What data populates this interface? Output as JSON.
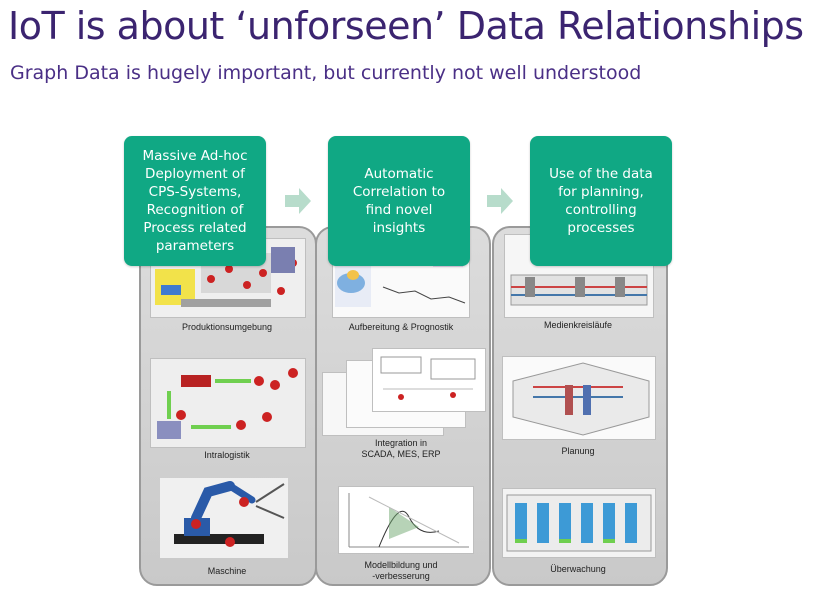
{
  "slide": {
    "title": "IoT is about ‘unforseen’ Data Relationships",
    "subtitle": "Graph Data is hugely important, but currently not well understood"
  },
  "callouts": [
    "Massive Ad-hoc\nDeployment of\nCPS-Systems,\nRecognition of\nProcess related\nparameters",
    "Automatic\nCorrelation to\nfind novel\ninsights",
    "Use of the data\nfor planning,\ncontrolling\nprocesses"
  ],
  "captions": {
    "produktion": "Produktionsumgebung",
    "intralogistik": "Intralogistik",
    "maschine": "Maschine",
    "aufbereitung": "Aufbereitung & Prognostik",
    "integration": "Integration in\nSCADA, MES, ERP",
    "modellbildung": "Modellbildung und\n-verbesserung",
    "medien": "Medienkreisläufe",
    "planung": "Planung",
    "ueberwachung": "Überwachung"
  },
  "colors": {
    "title": "#3b2470",
    "callout": "#10a884",
    "arrow": "#b7dccb"
  }
}
